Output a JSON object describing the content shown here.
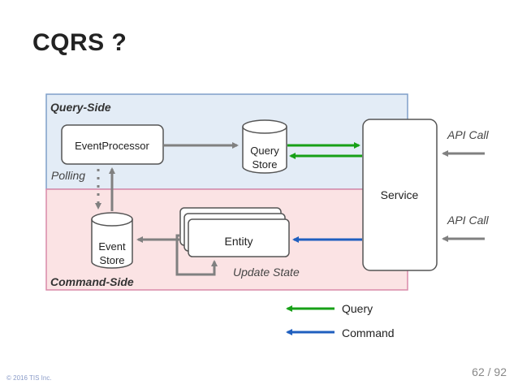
{
  "title": "CQRS ?",
  "regions": {
    "query_side": "Query-Side",
    "command_side": "Command-Side"
  },
  "nodes": {
    "event_processor": "EventProcessor",
    "query_store": [
      "Query",
      "Store"
    ],
    "event_store": [
      "Event",
      "Store"
    ],
    "entity": "Entity",
    "service": "Service"
  },
  "labels": {
    "polling": "Polling",
    "update_state": "Update State",
    "api_call_top": "API Call",
    "api_call_bottom": "API Call"
  },
  "legend": {
    "query": "Query",
    "command": "Command"
  },
  "colors": {
    "query_side_bg": "#e3ecf6",
    "query_side_border": "#7f9fc9",
    "command_side_bg": "#fbe3e4",
    "command_side_border": "#d98aa9",
    "query_arrow": "#17a017",
    "command_arrow": "#1f5fbf",
    "gray_arrow": "#808080"
  },
  "footer": {
    "copyright": "© 2016 TIS Inc.",
    "page": "62 / 92"
  }
}
